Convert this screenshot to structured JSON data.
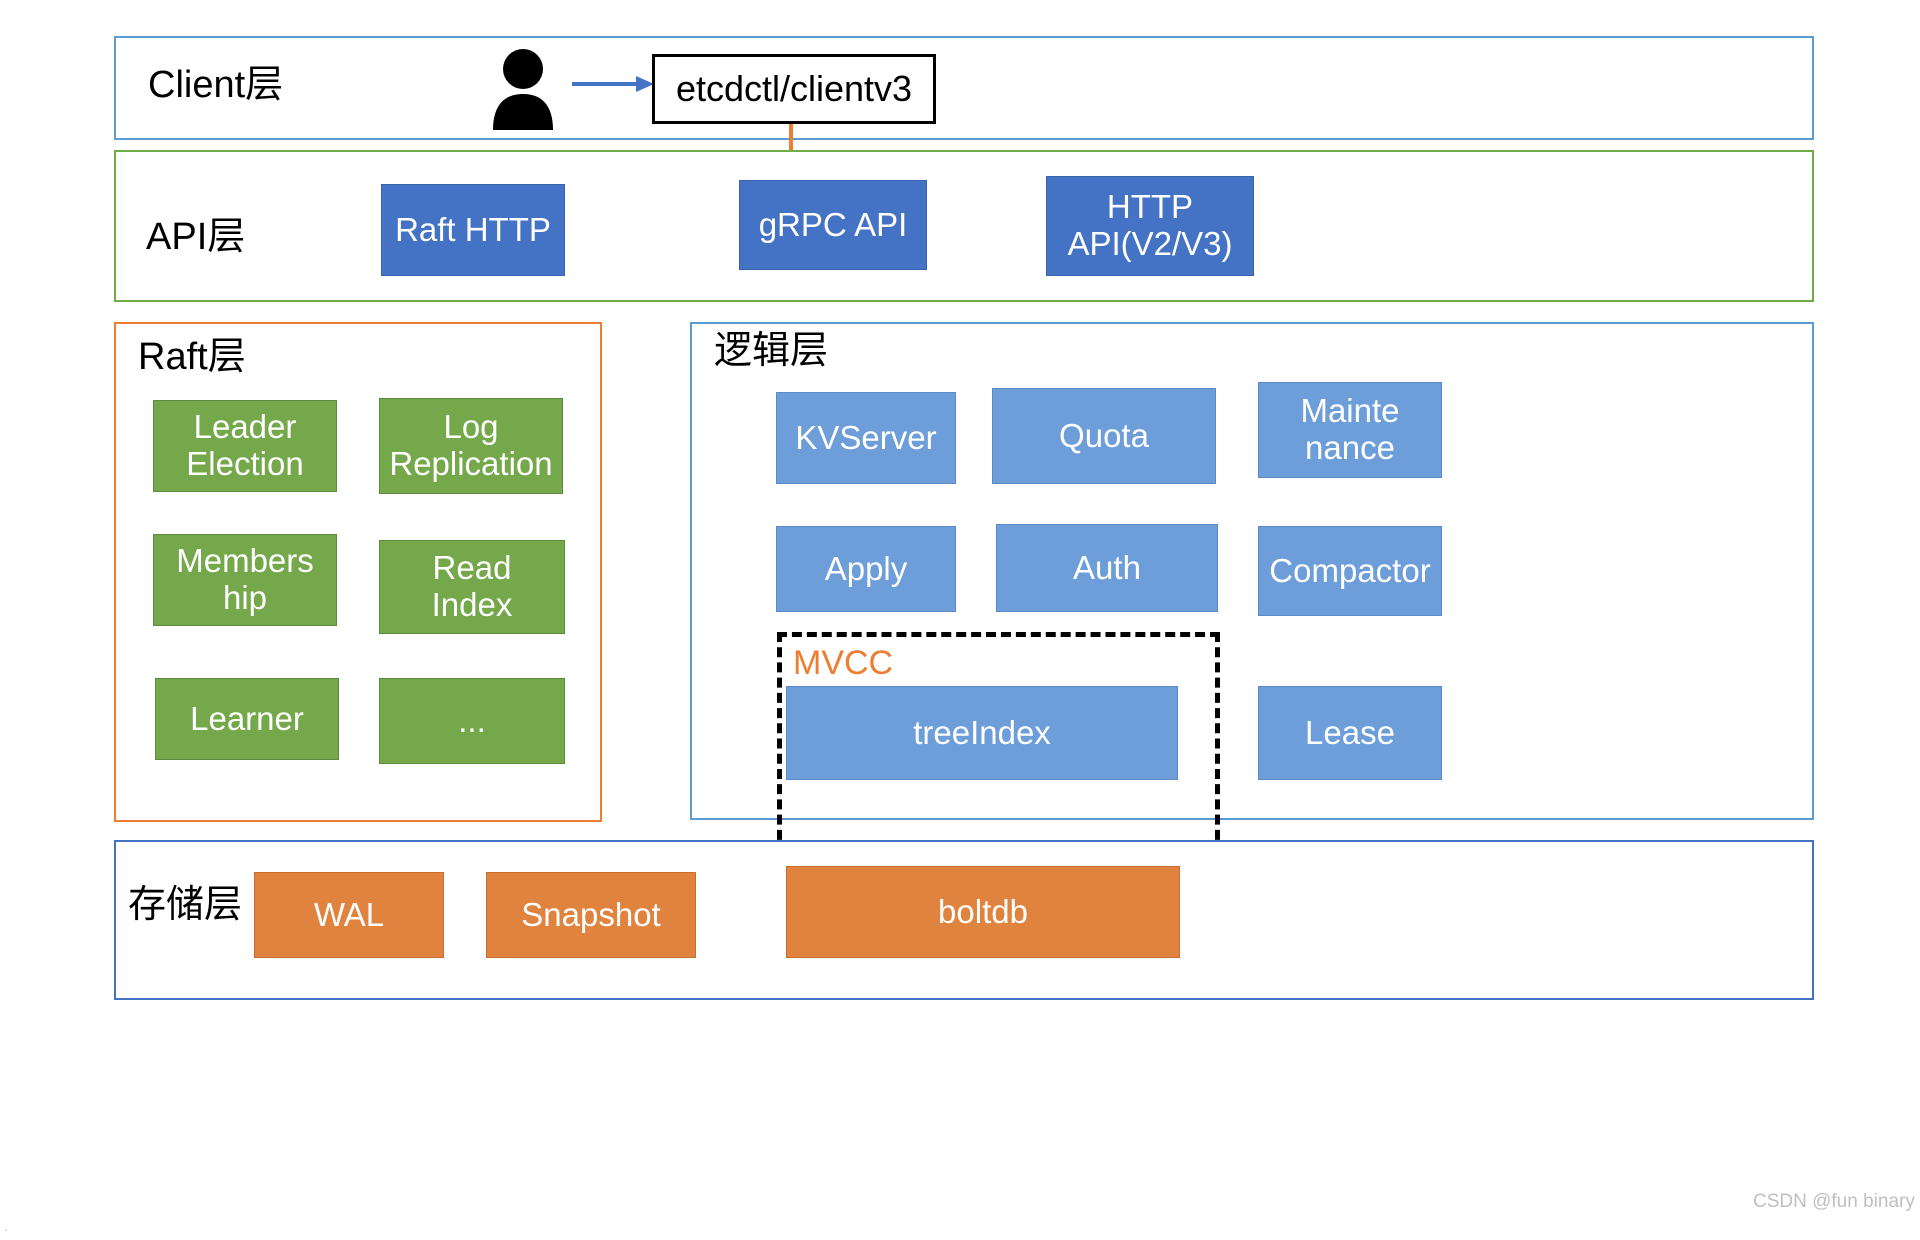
{
  "diagram": {
    "title": "etcd architecture layers",
    "colors": {
      "dark_blue": "#4472C4",
      "light_blue": "#6D9EDA",
      "green": "#74A84A",
      "orange": "#E0833E",
      "client_border": "#5B9BD5",
      "api_border": "#70AD47",
      "raft_border": "#ED7D31",
      "logic_border": "#5B9BD5",
      "storage_border": "#4472C4",
      "mvcc_label": "#ED7D31",
      "dashed_border": "#000000"
    }
  },
  "client_layer": {
    "title": "Client层",
    "actor_icon": "person-icon",
    "arrow_icon": "arrow-right-icon",
    "client_box": "etcdctl/clientv3"
  },
  "api_layer": {
    "title": "API层",
    "nodes": [
      {
        "label": "Raft HTTP"
      },
      {
        "label": "gRPC API"
      },
      {
        "label": "HTTP\nAPI(V2/V3)",
        "line1": "HTTP",
        "line2": "API(V2/V3)"
      }
    ]
  },
  "raft_layer": {
    "title": "Raft层",
    "nodes": [
      {
        "line1": "Leader",
        "line2": "Election"
      },
      {
        "line1": "Log",
        "line2": "Replication"
      },
      {
        "line1": "Members",
        "line2": "hip"
      },
      {
        "line1": "Read",
        "line2": "Index"
      },
      {
        "line1": "Learner",
        "line2": ""
      },
      {
        "line1": "...",
        "line2": ""
      }
    ]
  },
  "logic_layer": {
    "title": "逻辑层",
    "nodes": [
      {
        "line1": "KVServer",
        "line2": ""
      },
      {
        "line1": "Quota",
        "line2": ""
      },
      {
        "line1": "Mainte",
        "line2": "nance"
      },
      {
        "line1": "Apply",
        "line2": ""
      },
      {
        "line1": "Auth",
        "line2": ""
      },
      {
        "line1": "Compactor",
        "line2": ""
      },
      {
        "line1": "treeIndex",
        "line2": ""
      },
      {
        "line1": "Lease",
        "line2": ""
      }
    ]
  },
  "mvcc_group": {
    "label": "MVCC",
    "members": [
      "treeIndex",
      "boltdb"
    ]
  },
  "storage_layer": {
    "title": "存储层",
    "nodes": [
      {
        "label": "WAL"
      },
      {
        "label": "Snapshot"
      },
      {
        "label": "boltdb"
      }
    ]
  },
  "watermark": {
    "text": "CSDN @fun binary",
    "corner_mark": "."
  }
}
